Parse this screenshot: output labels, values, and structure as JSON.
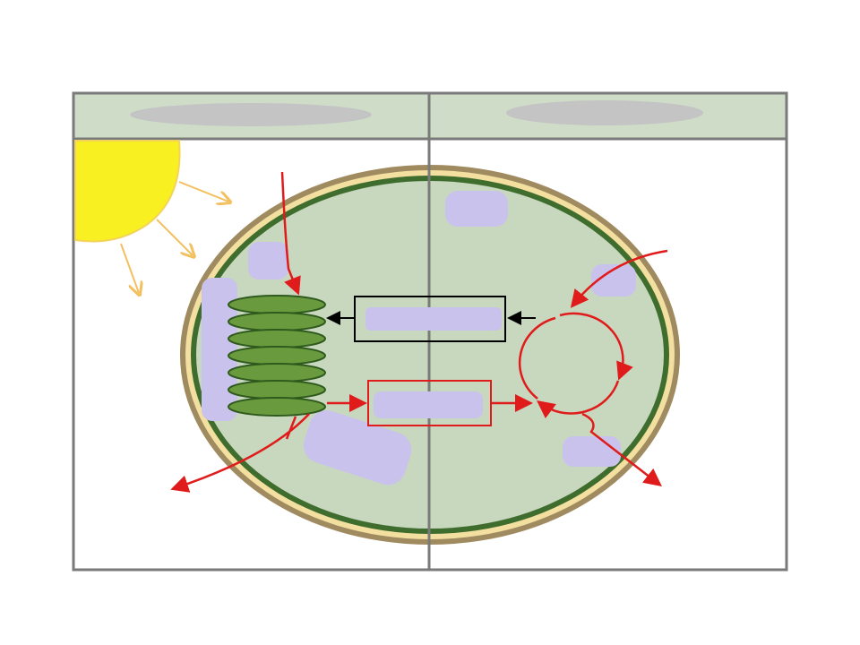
{
  "diagram": {
    "type": "photosynthesis-chloroplast-worksheet",
    "panels": [
      {
        "name": "light-reactions",
        "header_label": ""
      },
      {
        "name": "calvin-cycle",
        "header_label": ""
      }
    ],
    "blank_boxes": [
      {
        "name": "top-box",
        "border": "black"
      },
      {
        "name": "bottom-box",
        "border": "red"
      }
    ],
    "colors": {
      "header_bg": "#cfdcc8",
      "frame": "#7a7a7a",
      "stroma": "#c8d8bf",
      "outer_membrane": "#a08a60",
      "inner_membrane_gap": "#f3dfa0",
      "inner_membrane": "#3f6d2e",
      "thylakoid": "#6a9a3e",
      "blank_label": "#c9c2ec",
      "arrow_red": "#e01b1b",
      "sun": "#f8f020",
      "sun_ray": "#f3c060"
    }
  }
}
